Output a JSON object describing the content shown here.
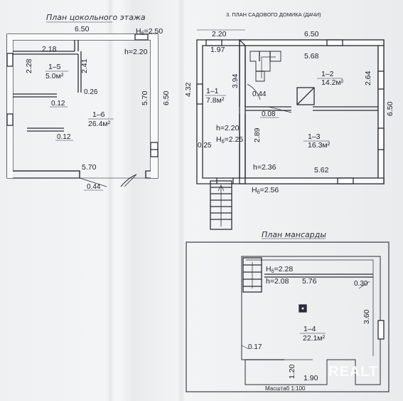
{
  "basement": {
    "title": "План цокольного этажа",
    "dims": {
      "top_width": "6.50",
      "hb": "H",
      "hb_sub": "б",
      "hb_val": "=2.50",
      "h": "h=2.20",
      "w218": "2.18",
      "h228": "2.28",
      "h241": "2.41",
      "h570": "5.70",
      "right650": "6.50",
      "d026": "0.26",
      "d012a": "0.12",
      "d012b": "0.12",
      "bottom570": "5.70",
      "d044": "0.44"
    },
    "rooms": [
      {
        "id": "1–5",
        "area": "5.0м²"
      },
      {
        "id": "1–6",
        "area": "26.4м²"
      }
    ]
  },
  "ground": {
    "title": "3. ПЛАН САДОВОГО ДОМИКА (ДАЧИ)",
    "dims": {
      "w220": "2.20",
      "w650": "6.50",
      "w197": "1.97",
      "w568": "5.68",
      "h432": "4.32",
      "h394": "3.94",
      "d044": "0.44",
      "d008": "0.08",
      "h289": "2.89",
      "h264": "2.64",
      "right650": "6.50",
      "h220": "h=2.20",
      "hb225": "H",
      "hb225_sub": "б",
      "hb225_val": "=2.25",
      "d025": "0.25",
      "h236": "h=2.36",
      "w562": "5.62",
      "hb256": "H",
      "hb256_sub": "б",
      "hb256_val": "=2.56"
    },
    "rooms": [
      {
        "id": "1–1",
        "area": "7.8м²"
      },
      {
        "id": "1–2",
        "area": "14.2м²"
      },
      {
        "id": "1–3",
        "area": "16.3м²"
      }
    ]
  },
  "attic": {
    "title": "План мансарды",
    "dims": {
      "hb": "H",
      "hb_sub": "б",
      "hb_val": "=2.28",
      "h": "h=2.08",
      "w576": "5.76",
      "d030": "0.30",
      "h360": "3.60",
      "d017": "0.17",
      "h120": "1.20",
      "w190": "1.90"
    },
    "rooms": [
      {
        "id": "1–4",
        "area": "22.1м²"
      }
    ],
    "scale": "Масштаб 1:100"
  },
  "watermark": "REALT"
}
